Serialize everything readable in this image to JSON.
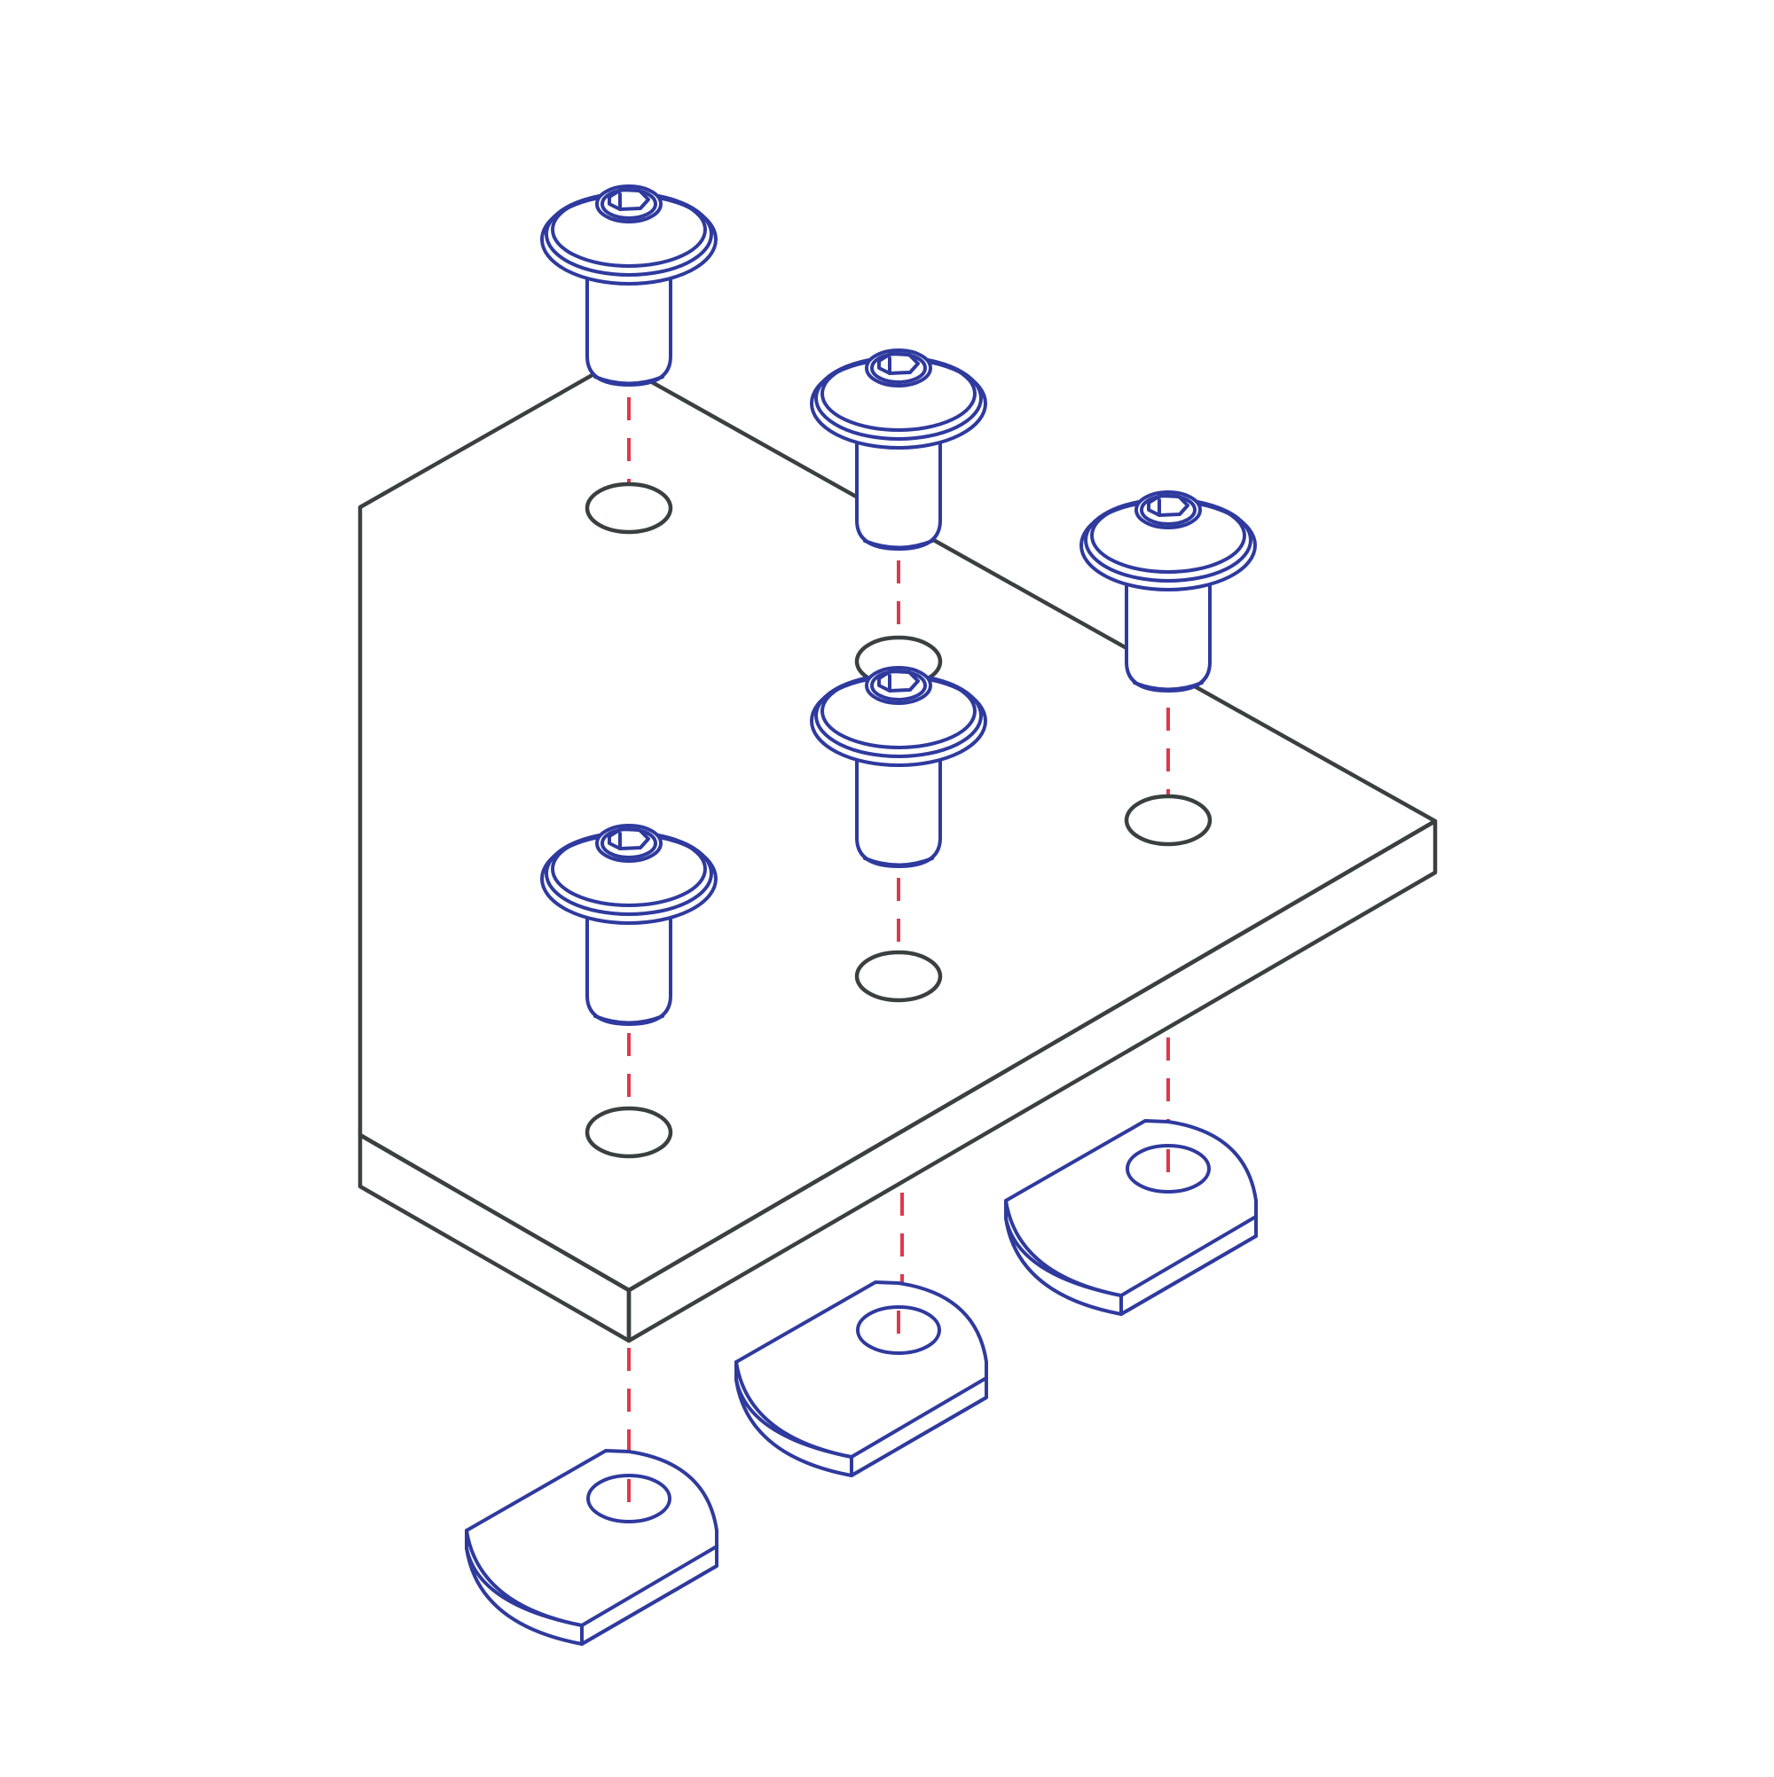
{
  "colors": {
    "background": "#ffffff",
    "plate_outline": "#3a4040",
    "hardware": "#2f3a9e",
    "guide_line": "#e0384b"
  },
  "diagram": {
    "title": "",
    "parts": [
      {
        "name": "plate",
        "kind": "mounting plate",
        "count": 1
      },
      {
        "name": "screws",
        "kind": "button head hex socket screw",
        "count": 5
      },
      {
        "name": "t-nuts",
        "kind": "drop-in t-slot nut",
        "count": 3
      }
    ],
    "assembly_note": ""
  }
}
